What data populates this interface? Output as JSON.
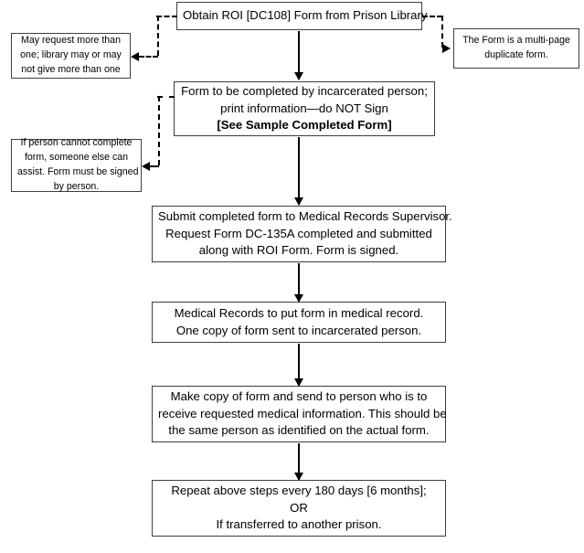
{
  "diagram": {
    "title": "ROI Form Request Process Flowchart",
    "colors": {
      "background": "#ffffff",
      "box_border": "#3f3f3f",
      "connector": "#000000",
      "text": "#000000"
    },
    "main_steps": [
      {
        "id": "step-obtain-form",
        "lines": [
          "Obtain ROI [DC108] Form from Prison Library"
        ]
      },
      {
        "id": "step-complete-form",
        "lines": [
          "Form to be completed by incarcerated person;",
          "print information—do NOT Sign",
          "[See Sample Completed Form]"
        ],
        "bold_lines": [
          2
        ]
      },
      {
        "id": "step-submit-form",
        "lines": [
          "Submit completed form to Medical Records Supervisor.",
          "Request Form DC-135A completed and submitted",
          "along with ROI Form.  Form is signed."
        ]
      },
      {
        "id": "step-medical-records-file",
        "lines": [
          "Medical Records to put form in medical record.",
          "One copy of form sent to incarcerated person."
        ]
      },
      {
        "id": "step-send-copy",
        "lines": [
          "Make copy of form and send to person who is to",
          "receive requested medical information.  This should be",
          "the same person as identified on the actual form."
        ]
      },
      {
        "id": "step-repeat",
        "lines": [
          "Repeat above steps every 180 days [6 months];",
          "OR",
          "If transferred to another prison."
        ]
      }
    ],
    "side_notes": [
      {
        "id": "note-multiple-requests",
        "side": "left",
        "lines": [
          "May request more than",
          "one; library may or may",
          "not give more than one"
        ]
      },
      {
        "id": "note-multi-page-form",
        "side": "right",
        "lines": [
          "The Form is a multi-page",
          "duplicate form."
        ]
      },
      {
        "id": "note-assistance",
        "side": "left",
        "lines": [
          "If person cannot complete",
          "form, someone else can",
          "assist.  Form must be signed",
          "by person."
        ]
      }
    ]
  }
}
